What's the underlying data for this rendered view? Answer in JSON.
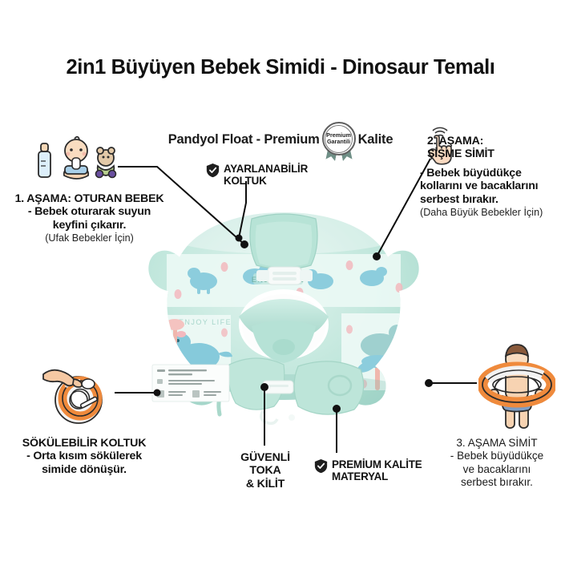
{
  "header": {
    "title": "2in1 Büyüyen Bebek Simidi - Dinosaur Temalı",
    "subtitle_left": "Pandyol Float - Premium",
    "subtitle_right": "Kalite",
    "badge_line1": "Premium",
    "badge_line2": "Garantili"
  },
  "callouts": {
    "stage1": {
      "heading": "1. AŞAMA: OTURAN BEBEK",
      "line1": "- Bebek oturarak suyun",
      "line2": "keyfini çıkarır.",
      "note": "(Ufak Bebekler İçin)",
      "icon": "sitting-baby-icon"
    },
    "stage2": {
      "heading_line1": "2. AŞAMA:",
      "heading_line2": "ŞİŞME SİMİT",
      "line1": "- Bebek büyüdükçe",
      "line2": "kollarını ve bacaklarını",
      "line3": "serbest bırakır.",
      "note": "(Daha Büyük Bebekler İçin)",
      "icon": "tap-hand-icon"
    },
    "stage3": {
      "heading": "3. AŞAMA SİMİT",
      "line1": "- Bebek büyüdükçe",
      "line2": "ve bacaklarını",
      "line3": "serbest bırakır.",
      "icon": "child-swim-ring-icon"
    },
    "adjustable_seat": {
      "line1": "AYARLANABİLİR",
      "line2": "KOLTUK",
      "icon": "shield-check-icon"
    },
    "detachable_seat": {
      "heading": "SÖKÜLEBİLİR KOLTUK",
      "line1": "- Orta kısım sökülerek",
      "line2": "simide dönüşür.",
      "icon": "hand-detach-ring-icon"
    },
    "safe_buckle": {
      "line1": "GÜVENLİ",
      "line2": "TOKA",
      "line3": "& KİLİT"
    },
    "premium_material": {
      "line1": "PREMİUM KALİTE",
      "line2": "MATERYAL",
      "icon": "shield-check-icon"
    }
  },
  "product": {
    "name": "baby-float-product-photo",
    "brand_print": "ENJOY LIFE",
    "colors": {
      "body": "#b9e3d8",
      "body_light": "#d7efe8",
      "body_shadow": "#95ccbf",
      "pattern_dino": "#7ec8d8",
      "pattern_pink": "#f2b9bd",
      "buckle": "#f4f7f6"
    }
  },
  "theme": {
    "background": "#ffffff",
    "text": "#111111",
    "line": "#0d0d0d",
    "skin": "#f6cfae",
    "orange": "#ef8a3c",
    "hair": "#8a5a3b"
  }
}
